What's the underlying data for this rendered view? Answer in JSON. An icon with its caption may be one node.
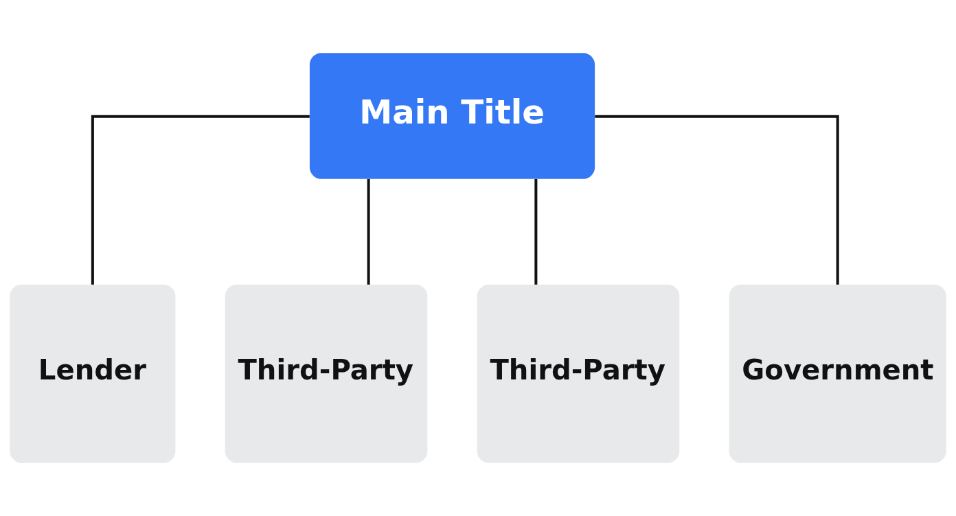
{
  "diagram": {
    "nodes": [
      {
        "text": [
          "Main Title"
        ]
      },
      {
        "text": [
          "Lender"
        ]
      },
      {
        "text": [
          "Third-Party"
        ]
      },
      {
        "text": [
          "Third-Party"
        ]
      },
      {
        "text": [
          "Government"
        ]
      }
    ],
    "edges": [
      {
        "from": 0,
        "to": 1,
        "arrow": "none"
      },
      {
        "from": 0,
        "to": 2,
        "arrow": "none"
      },
      {
        "from": 0,
        "to": 3,
        "arrow": "none"
      },
      {
        "from": 0,
        "to": 4,
        "arrow": "none"
      }
    ]
  }
}
